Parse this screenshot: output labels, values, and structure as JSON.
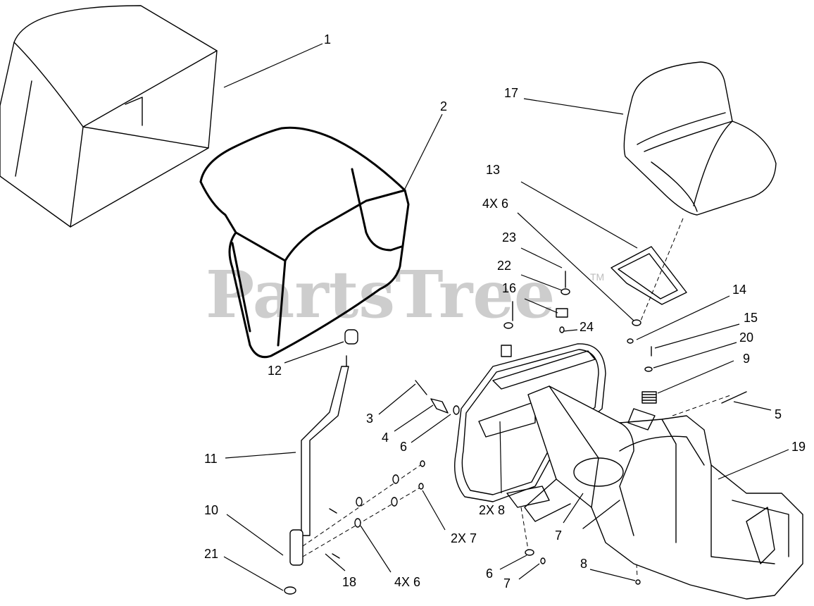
{
  "watermark": {
    "text": "PartsTree",
    "tm": "TM"
  },
  "callouts": {
    "c1": "1",
    "c2": "2",
    "c3": "3",
    "c4": "4",
    "c5": "5",
    "c6a": "6",
    "c6b": "6",
    "c4x6a": "4X 6",
    "c4x6b": "4X 6",
    "c7": "7",
    "c7b": "7",
    "c2x7": "2X 7",
    "c8": "8",
    "c2x8": "2X 8",
    "c9": "9",
    "c10": "10",
    "c11": "11",
    "c12": "12",
    "c13": "13",
    "c14": "14",
    "c15": "15",
    "c16": "16",
    "c17": "17",
    "c18": "18",
    "c19": "19",
    "c20": "20",
    "c21": "21",
    "c22": "22",
    "c23": "23",
    "c24": "24"
  }
}
